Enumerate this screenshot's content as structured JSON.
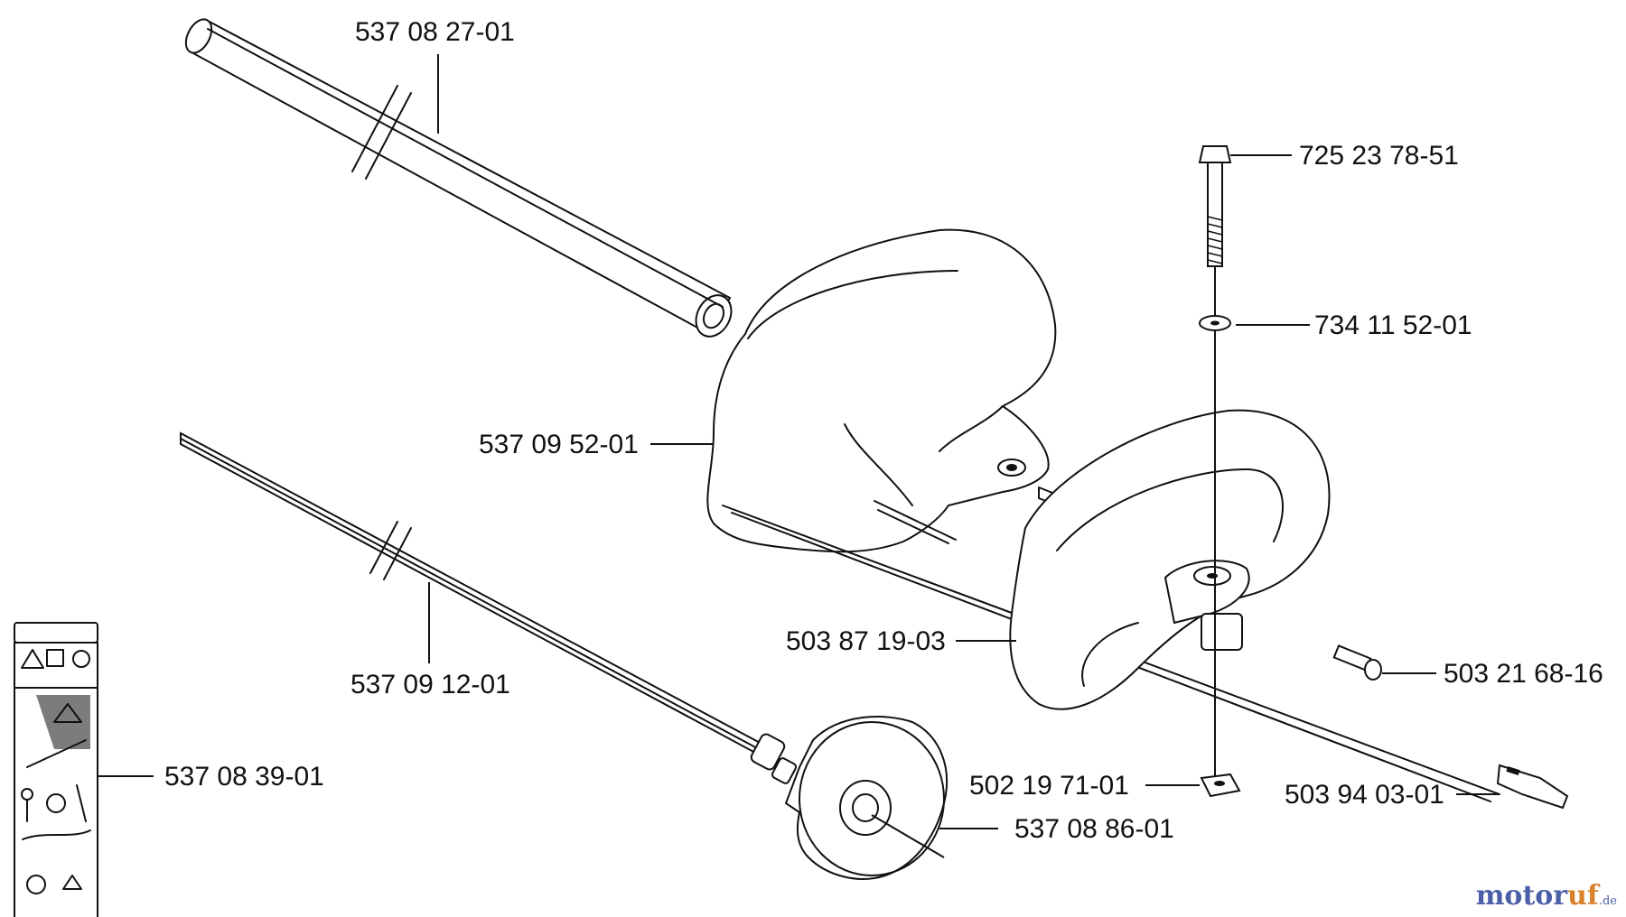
{
  "parts": [
    {
      "id": "tube",
      "number": "537 08 27-01"
    },
    {
      "id": "bolt",
      "number": "725 23 78-51"
    },
    {
      "id": "washer",
      "number": "734 11 52-01"
    },
    {
      "id": "guard",
      "number": "537 09 52-01"
    },
    {
      "id": "handle",
      "number": "503 87 19-03"
    },
    {
      "id": "screw",
      "number": "503 21 68-16"
    },
    {
      "id": "drive-shaft",
      "number": "537 09 12-01"
    },
    {
      "id": "decal",
      "number": "537 08 39-01"
    },
    {
      "id": "nut",
      "number": "502 19 71-01"
    },
    {
      "id": "clamp",
      "number": "503 94 03-01"
    },
    {
      "id": "cover",
      "number": "537 08 86-01"
    }
  ],
  "watermark": {
    "main": "motor",
    "accent": "uf",
    "tld": ".de"
  }
}
